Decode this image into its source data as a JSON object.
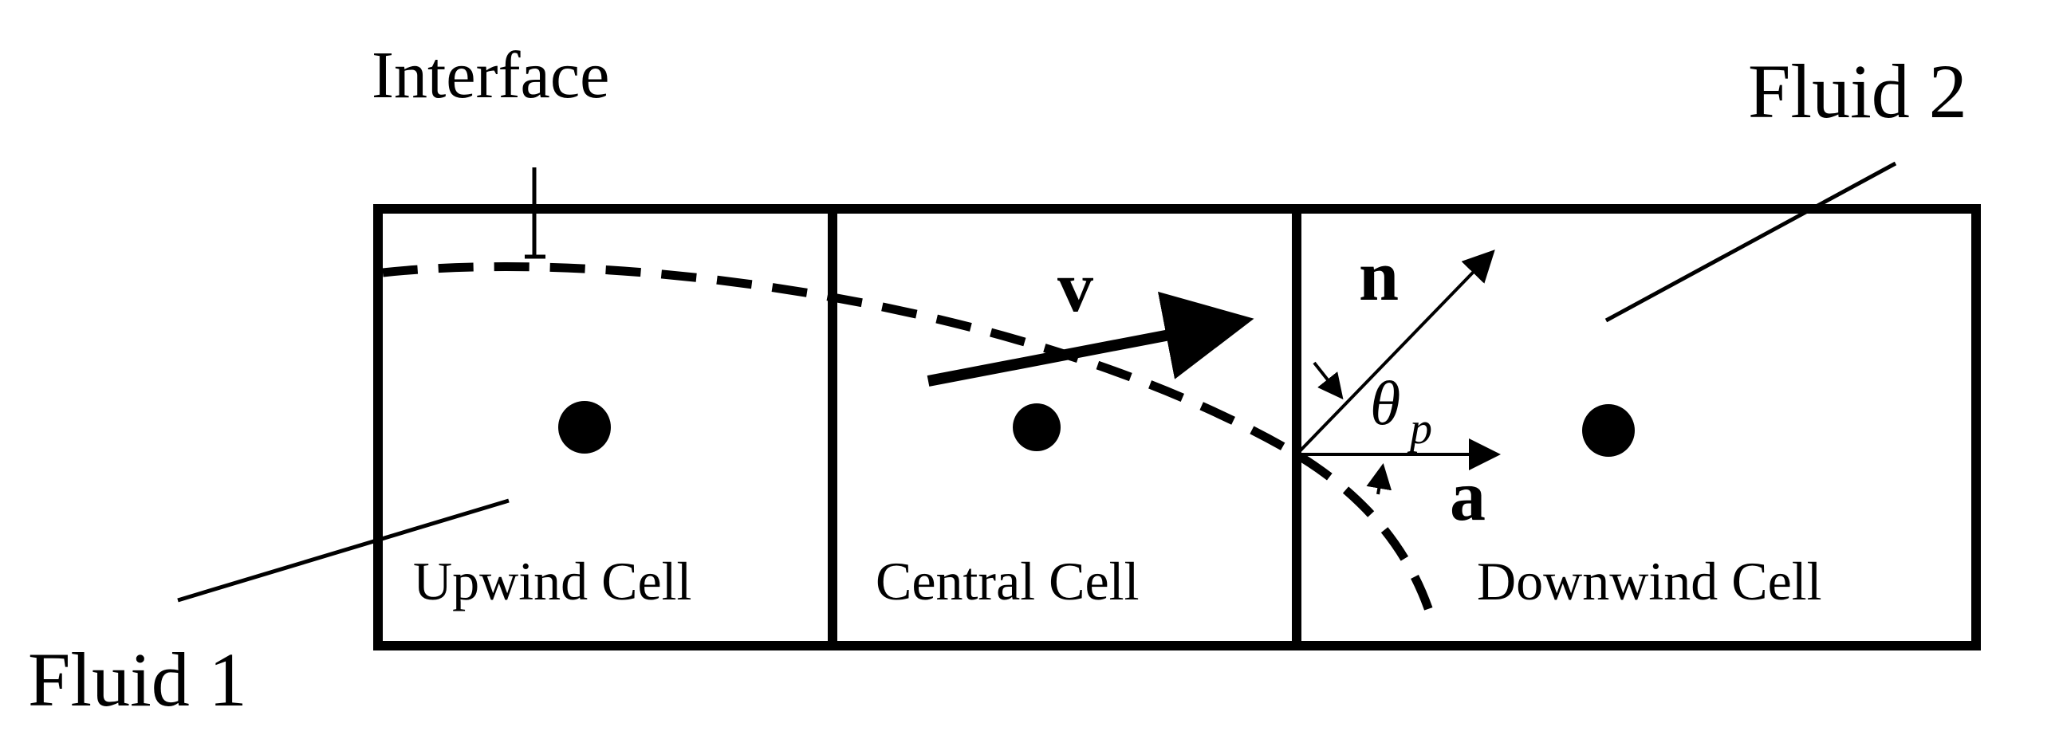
{
  "labels": {
    "interface": "Interface",
    "fluid_1": "Fluid 1",
    "fluid_2": "Fluid 2",
    "upwind_cell": "Upwind Cell",
    "central_cell": "Central Cell",
    "downwind_cell": "Downwind Cell"
  },
  "vectors": {
    "velocity": "v",
    "normal": "n",
    "axis": "a"
  },
  "angle": {
    "symbol": "θ",
    "subscript": "p"
  },
  "colors": {
    "ink": "#000000",
    "background": "#ffffff"
  }
}
